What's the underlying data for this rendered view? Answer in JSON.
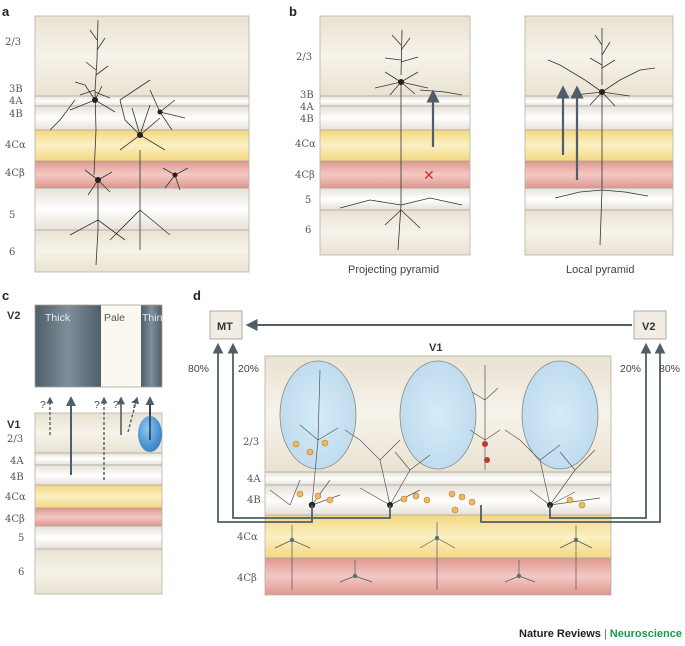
{
  "panels": {
    "a": "a",
    "b": "b",
    "c": "c",
    "d": "d"
  },
  "panel_a": {
    "layers": [
      "2/3",
      "3B",
      "4A",
      "4B",
      "4Cα",
      "4Cβ",
      "5",
      "6"
    ]
  },
  "panel_b": {
    "left_layers": [
      "2/3",
      "3B",
      "4A",
      "4B",
      "4Cα",
      "4Cβ",
      "5",
      "6"
    ],
    "blocked_mark": "✕",
    "caption_left": "Projecting pyramid",
    "caption_right": "Local pyramid"
  },
  "panel_c": {
    "v2_label": "V2",
    "v1_label": "V1",
    "stripes": [
      "Thick",
      "Pale",
      "Thin"
    ],
    "layers": [
      "2/3",
      "4A",
      "4B",
      "4Cα",
      "4Cβ",
      "5",
      "6"
    ],
    "question_mark": "?"
  },
  "panel_d": {
    "mt_label": "MT",
    "v2_label": "V2",
    "v1_label": "V1",
    "left_outer_pct": "80%",
    "left_inner_pct": "20%",
    "right_inner_pct": "20%",
    "right_outer_pct": "80%",
    "layers": [
      "2/3",
      "4A",
      "4B",
      "4Cα",
      "4Cβ"
    ]
  },
  "credit": {
    "journal": "Nature Reviews",
    "separator": "|",
    "section": "Neuroscience"
  },
  "colors": {
    "layer_cream": "#f1ece0",
    "layer_4ca_yellow": "#f7e5a6",
    "layer_4cb_pink": "#e8aaa4",
    "v2_stripe_dark": "#5f6f7a",
    "blob_blue": "#cfe6f4",
    "arrow": "#4f5e68",
    "blocked_red": "#c0392b",
    "credit_green": "#1a9a4a"
  }
}
